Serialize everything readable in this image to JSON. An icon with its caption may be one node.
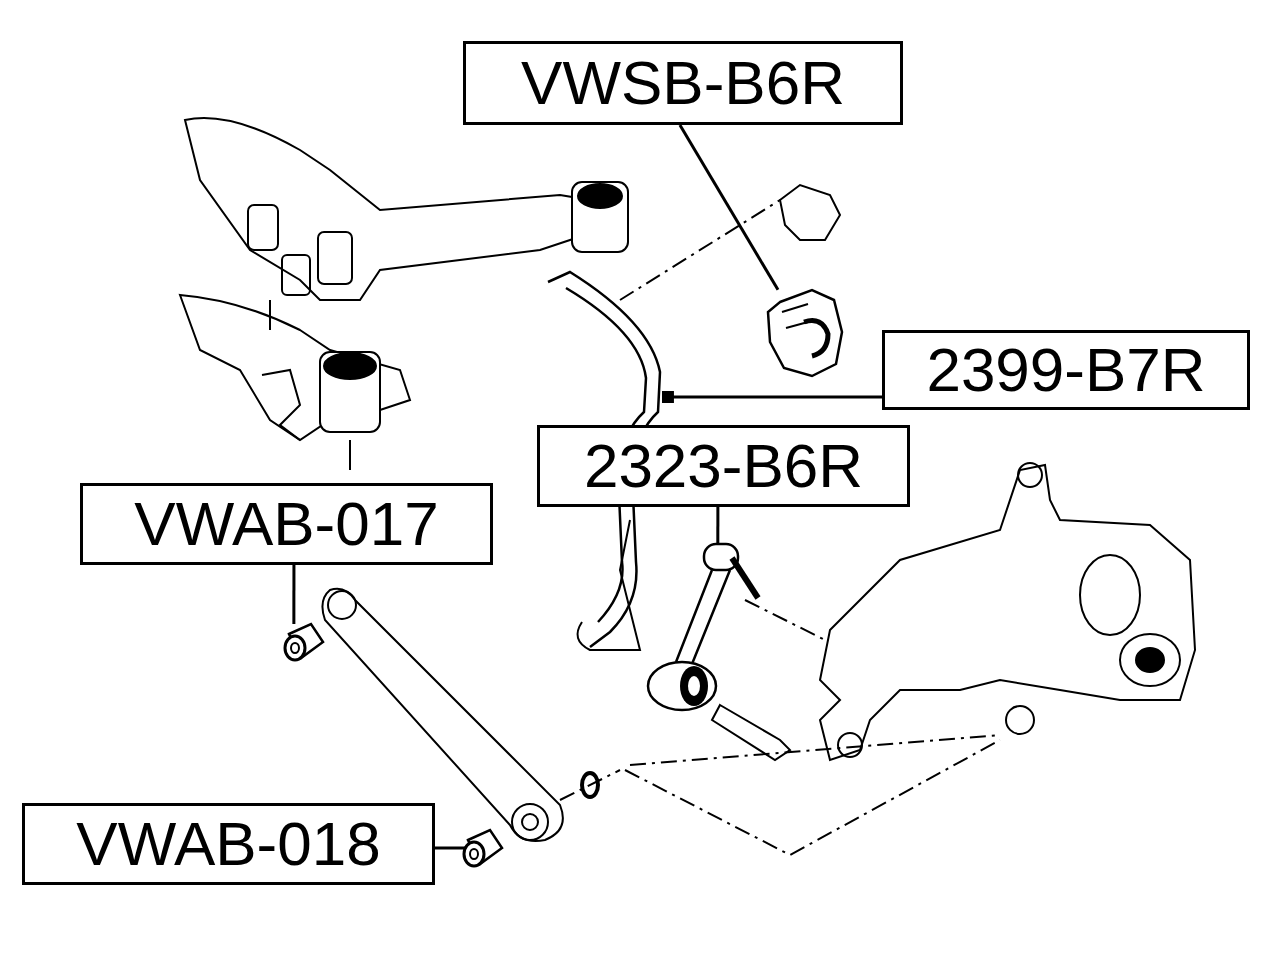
{
  "diagram": {
    "nodes": [
      {
        "text": [
          "VWSB-B6R"
        ]
      },
      {
        "text": [],
        "shape": "picture"
      },
      {
        "text": [
          "2399-B7R"
        ]
      },
      {
        "text": [],
        "shape": "picture"
      },
      {
        "text": [
          "2323-B6R"
        ]
      },
      {
        "text": [],
        "shape": "picture"
      },
      {
        "text": [
          "VWAB-017"
        ]
      },
      {
        "text": [],
        "shape": "picture"
      },
      {
        "text": [
          "VWAB-018"
        ]
      },
      {
        "text": [],
        "shape": "picture"
      }
    ],
    "edges": [
      {
        "from": 0,
        "to": 1,
        "arrow": "none"
      },
      {
        "from": 2,
        "to": 3,
        "arrow": "other"
      },
      {
        "from": 4,
        "to": 5,
        "arrow": "none"
      },
      {
        "from": 6,
        "to": 7,
        "arrow": "none"
      },
      {
        "from": 8,
        "to": 9,
        "arrow": "none"
      }
    ]
  }
}
